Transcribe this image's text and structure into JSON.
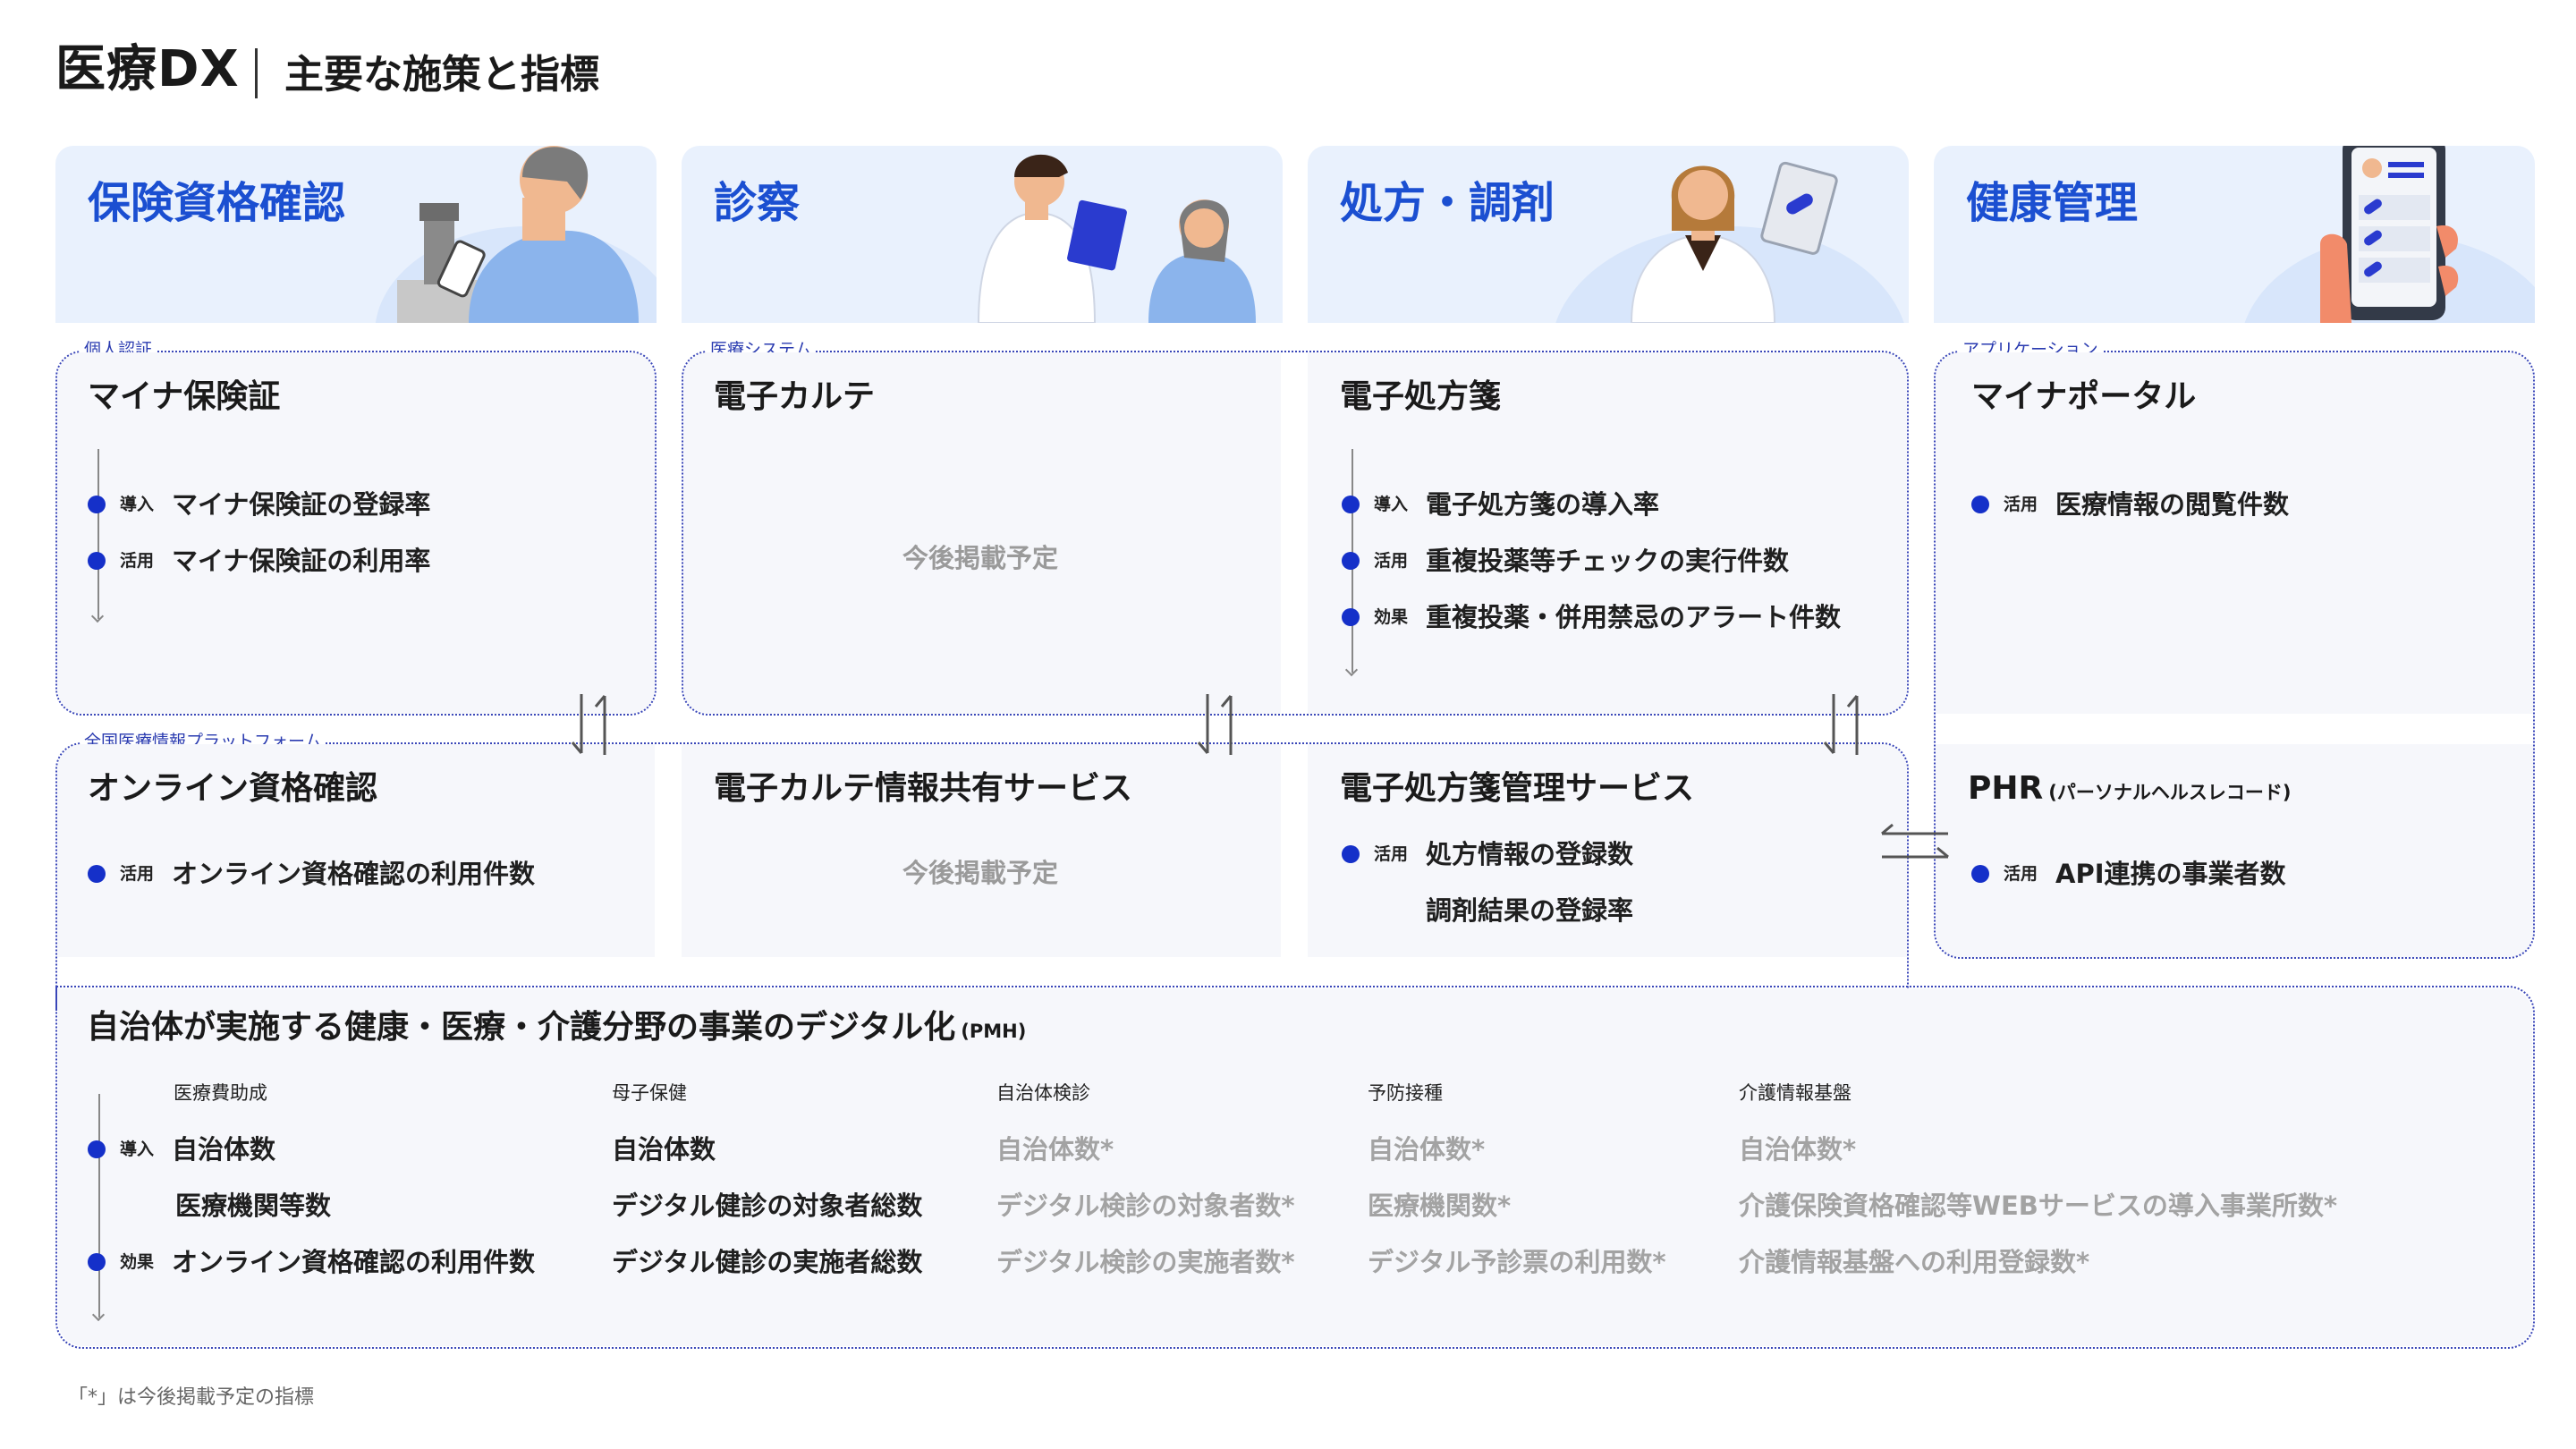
{
  "header": {
    "title": "医療DX",
    "subtitle": "主要な施策と指標"
  },
  "categories": [
    {
      "label": "保険資格確認"
    },
    {
      "label": "診察"
    },
    {
      "label": "処方・調剤"
    },
    {
      "label": "健康管理"
    }
  ],
  "groups": {
    "personal_auth": "個人認証",
    "medical_system": "医療システム",
    "application": "アプリケーション",
    "platform": "全国医療情報プラットフォーム"
  },
  "tags": {
    "intro": "導入",
    "use": "活用",
    "effect": "効果"
  },
  "pending_text": "今後掲載予定",
  "cards": {
    "mynumber_insurance": {
      "title": "マイナ保険証",
      "metrics": [
        "マイナ保険証の登録率",
        "マイナ保険証の利用率"
      ]
    },
    "ehr": {
      "title": "電子カルテ"
    },
    "eprescription": {
      "title": "電子処方箋",
      "metrics": [
        "電子処方箋の導入率",
        "重複投薬等チェックの実行件数",
        "重複投薬・併用禁忌のアラート件数"
      ]
    },
    "myna_portal": {
      "title": "マイナポータル",
      "metrics": [
        "医療情報の閲覧件数"
      ]
    },
    "online_qualification": {
      "title": "オンライン資格確認",
      "metrics": [
        "オンライン資格確認の利用件数"
      ]
    },
    "ehr_sharing": {
      "title": "電子カルテ情報共有サービス"
    },
    "eprescription_mgmt": {
      "title": "電子処方箋管理サービス",
      "metrics": [
        "処方情報の登録数",
        "調剤結果の登録率"
      ]
    },
    "phr": {
      "title": "PHR",
      "title_note": "(パーソナルヘルスレコード)",
      "metrics": [
        "API連携の事業者数"
      ]
    }
  },
  "pmh": {
    "title": "自治体が実施する健康・医療・介護分野の事業のデジタル化",
    "title_note": "(PMH)",
    "columns": [
      {
        "head": "医療費助成",
        "items": [
          "自治体数",
          "医療機関等数",
          "オンライン資格確認の利用件数"
        ]
      },
      {
        "head": "母子保健",
        "items": [
          "自治体数",
          "デジタル健診の対象者総数",
          "デジタル健診の実施者総数"
        ]
      },
      {
        "head": "自治体検診",
        "items": [
          "自治体数*",
          "デジタル検診の対象者数*",
          "デジタル検診の実施者数*"
        ]
      },
      {
        "head": "予防接種",
        "items": [
          "自治体数*",
          "医療機関数*",
          "デジタル予診票の利用数*"
        ]
      },
      {
        "head": "介護情報基盤",
        "items": [
          "自治体数*",
          "介護保険資格確認等WEBサービスの導入事業所数*",
          "介護情報基盤への利用登録数*"
        ]
      }
    ]
  },
  "footnote": "「*」は今後掲載予定の指標",
  "colors": {
    "accent_blue": "#1b4fd1",
    "dot_blue": "#1530c9",
    "panel_bg": "#e9f1fd",
    "card_bg": "#f6f7fb",
    "pending_grey": "#a3a3a3"
  }
}
